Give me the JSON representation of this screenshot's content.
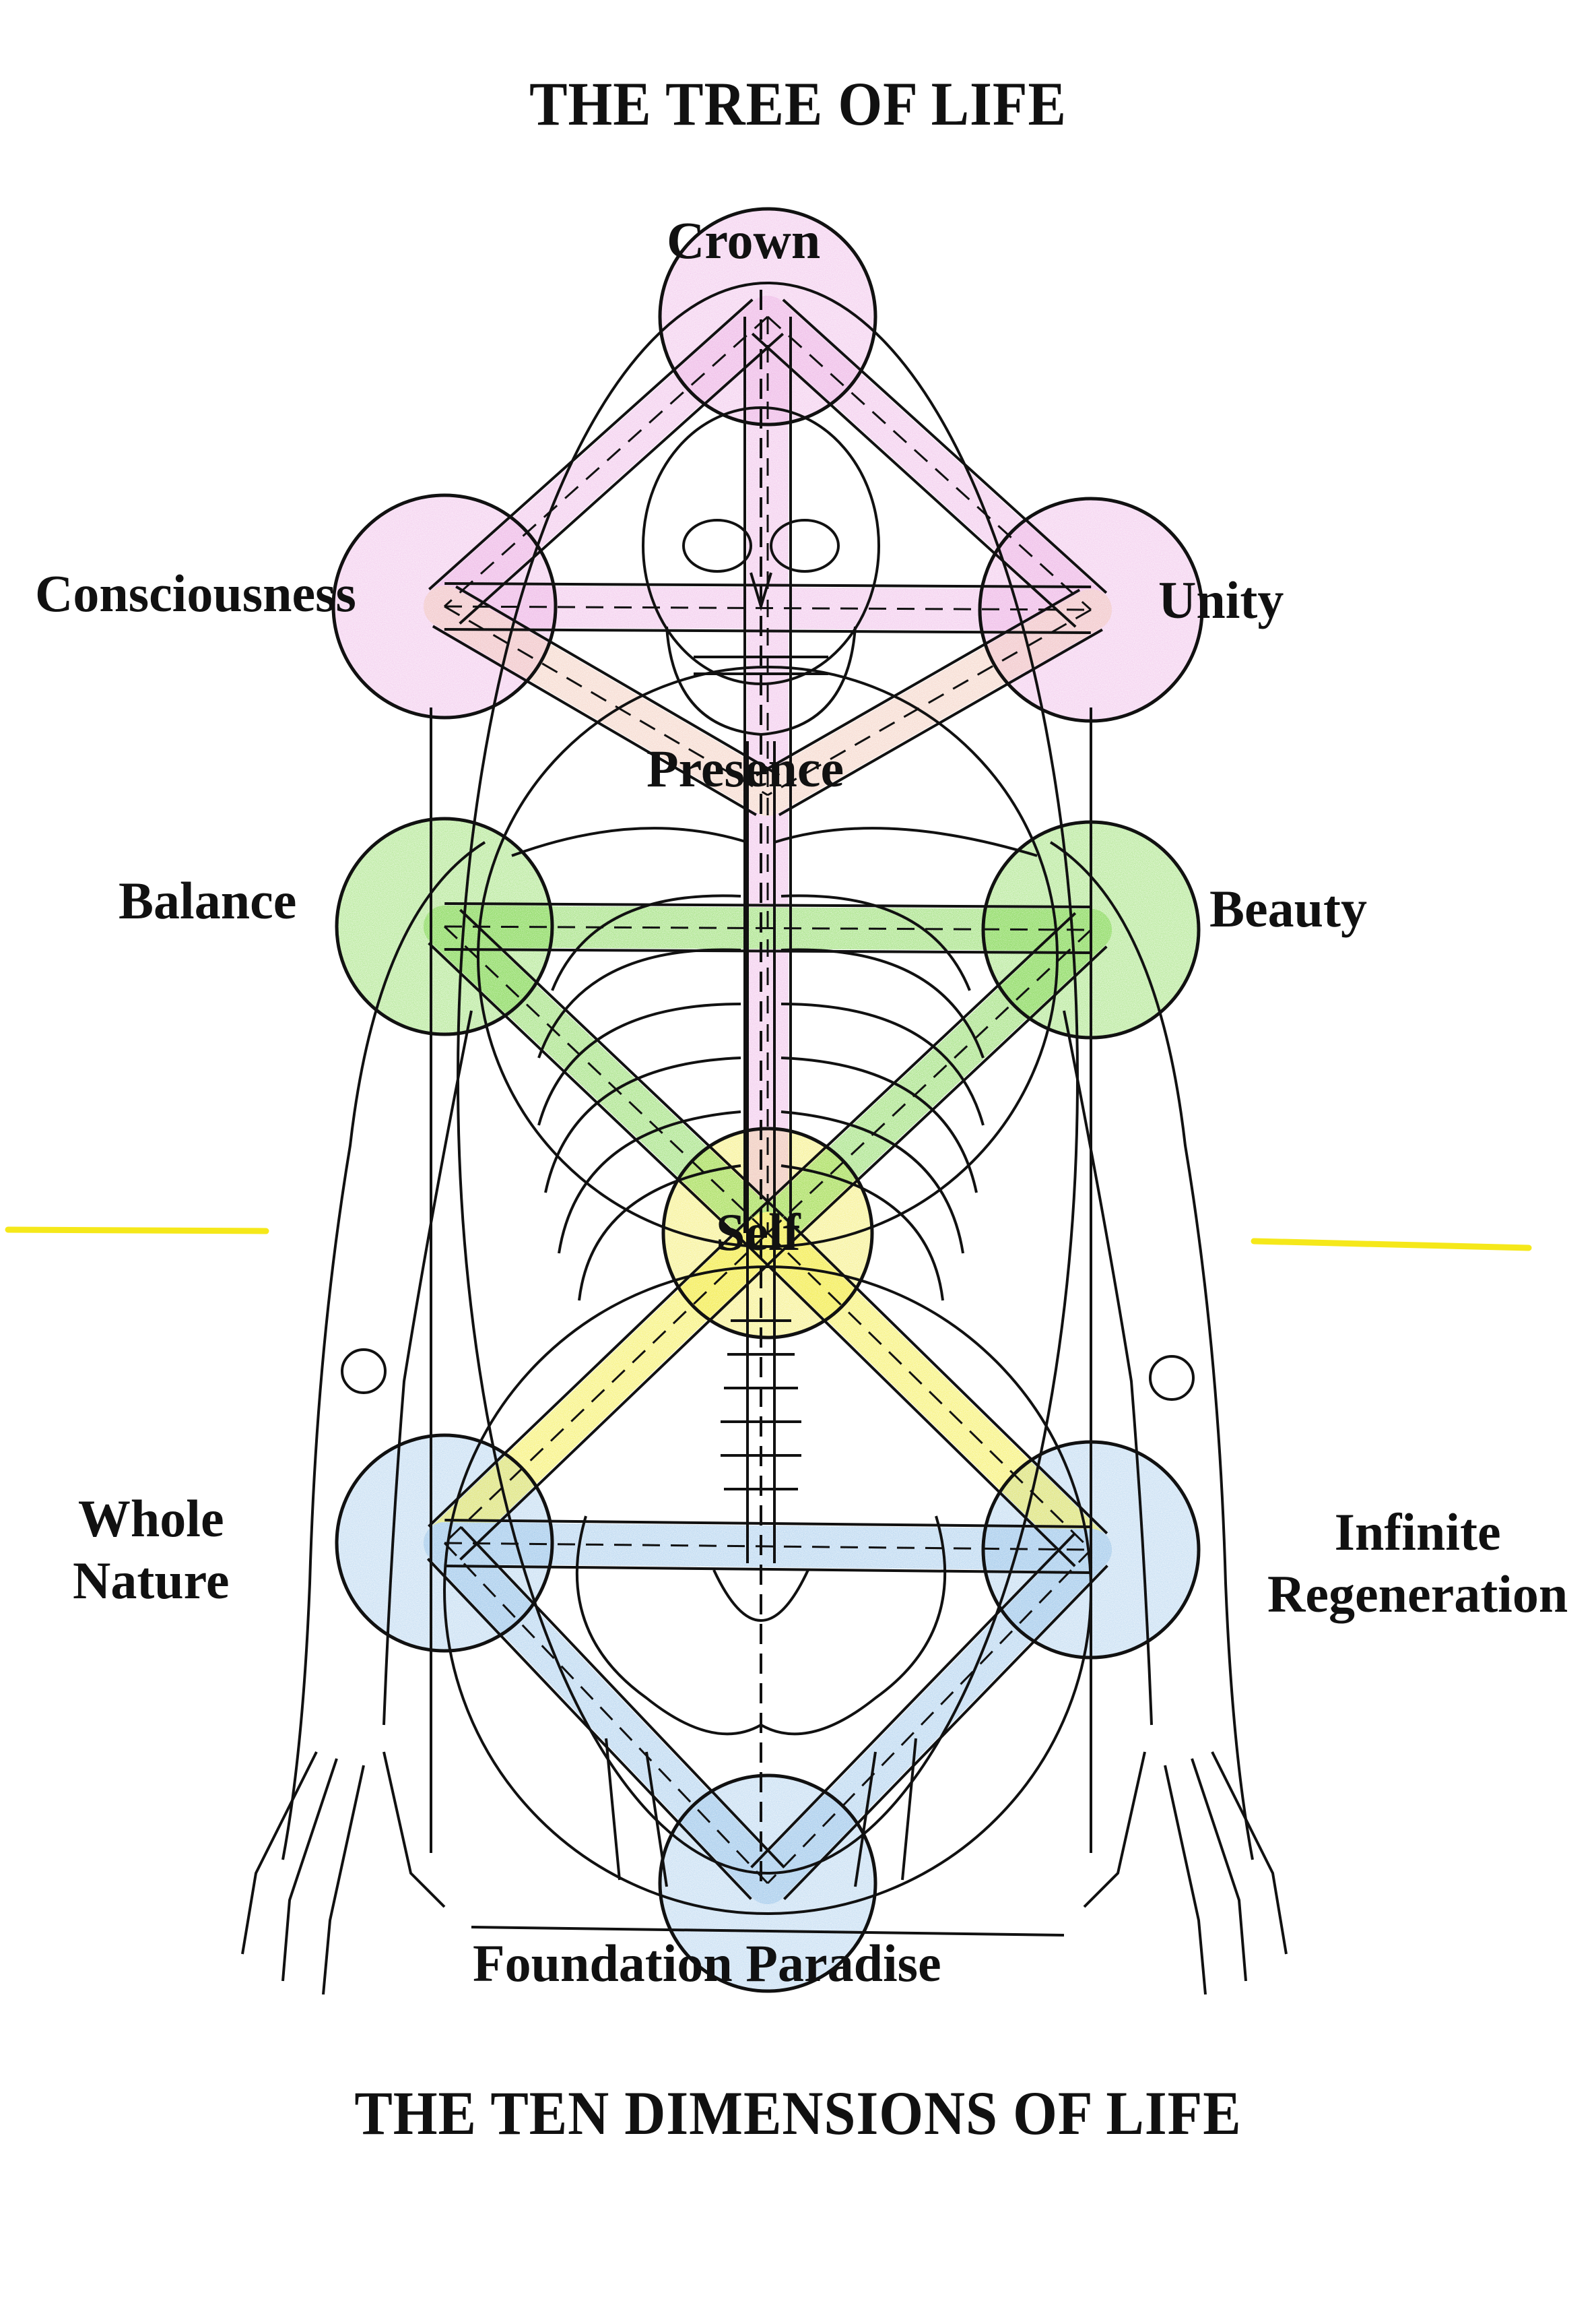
{
  "titles": {
    "top": "THE TREE OF LIFE",
    "bottom": "THE TEN DIMENSIONS OF LIFE"
  },
  "nodes": [
    {
      "id": "crown",
      "label": "Crown",
      "color": "#eeb7e6"
    },
    {
      "id": "consciousness",
      "label": "Consciousness",
      "color": "#eeb7e6"
    },
    {
      "id": "unity",
      "label": "Unity",
      "color": "#eeb7e6"
    },
    {
      "id": "presence",
      "label": "Presence",
      "color": "#f2c9b8"
    },
    {
      "id": "balance",
      "label": "Balance",
      "color": "#8fdc62"
    },
    {
      "id": "beauty",
      "label": "Beauty",
      "color": "#8fdc62"
    },
    {
      "id": "self",
      "label": "Self",
      "color": "#f2ea5a"
    },
    {
      "id": "whole_nature",
      "label_lines": [
        "Whole",
        "Nature"
      ],
      "color": "#a9cdec"
    },
    {
      "id": "infinite_regeneration",
      "label_lines": [
        "Infinite",
        "Regeneration"
      ],
      "color": "#a9cdec"
    },
    {
      "id": "foundation_paradise",
      "label": "Foundation Paradise",
      "color": "#a9cdec"
    }
  ],
  "colors": {
    "pink": "#eeb7e6",
    "peach": "#f2c9b8",
    "green": "#7fd64f",
    "yellow": "#f3ec3c",
    "blue": "#9cc6ea",
    "ink": "#111111",
    "side_markers": "#f5e81a"
  }
}
